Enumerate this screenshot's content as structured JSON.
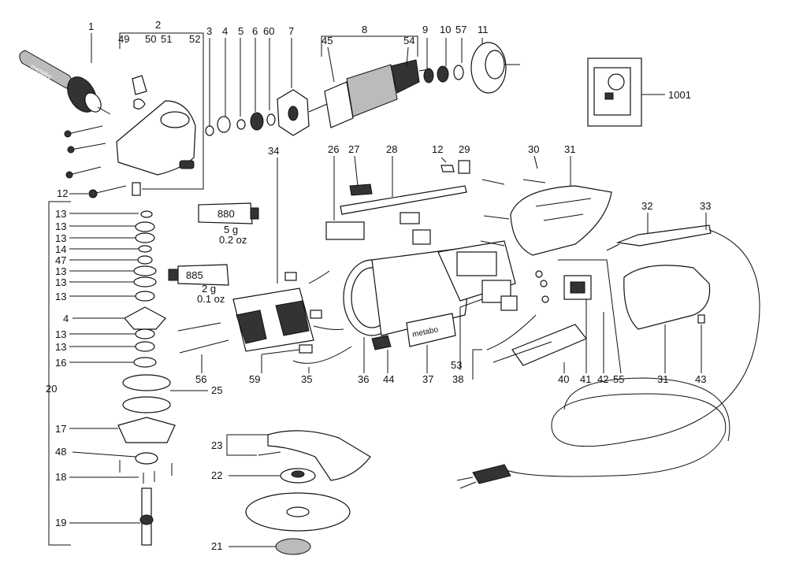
{
  "labels": {
    "p1": "1",
    "p2": "2",
    "p3": "3",
    "p4": "4",
    "p5": "5",
    "p6": "6",
    "p60": "60",
    "p7": "7",
    "p8": "8",
    "p9": "9",
    "p10": "10",
    "p57": "57",
    "p11": "11",
    "p49": "49",
    "p50": "50",
    "p51": "51",
    "p52": "52",
    "p45": "45",
    "p54": "54",
    "p1001": "1001",
    "p12a": "12",
    "p12b": "12",
    "p29": "29",
    "p30": "30",
    "p31a": "31",
    "p31b": "31",
    "p32": "32",
    "p33": "33",
    "p34": "34",
    "p26": "26",
    "p27": "27",
    "p28": "28",
    "p13a": "13",
    "p13b": "13",
    "p13c": "13",
    "p14": "14",
    "p47": "47",
    "p13d": "13",
    "p13e": "13",
    "p13f": "13",
    "p4b": "4",
    "p13g": "13",
    "p13h": "13",
    "p16": "16",
    "p20": "20",
    "p25": "25",
    "p17": "17",
    "p48": "48",
    "p18": "18",
    "p19": "19",
    "p23": "23",
    "p22": "22",
    "p21": "21",
    "p56": "56",
    "p59": "59",
    "p35": "35",
    "p36": "36",
    "p44": "44",
    "p37": "37",
    "p53": "53",
    "p38": "38",
    "p40": "40",
    "p41": "41",
    "p42": "42",
    "p55": "55",
    "p43": "43"
  },
  "grease": {
    "tube1_code": "880",
    "tube1_mass": "5 g",
    "tube1_oz": "0.2 oz",
    "tube2_code": "885",
    "tube2_mass": "2 g",
    "tube2_oz": "0.1 oz"
  },
  "branding": {
    "handle_text": "metabo",
    "label_text": "metabo"
  }
}
